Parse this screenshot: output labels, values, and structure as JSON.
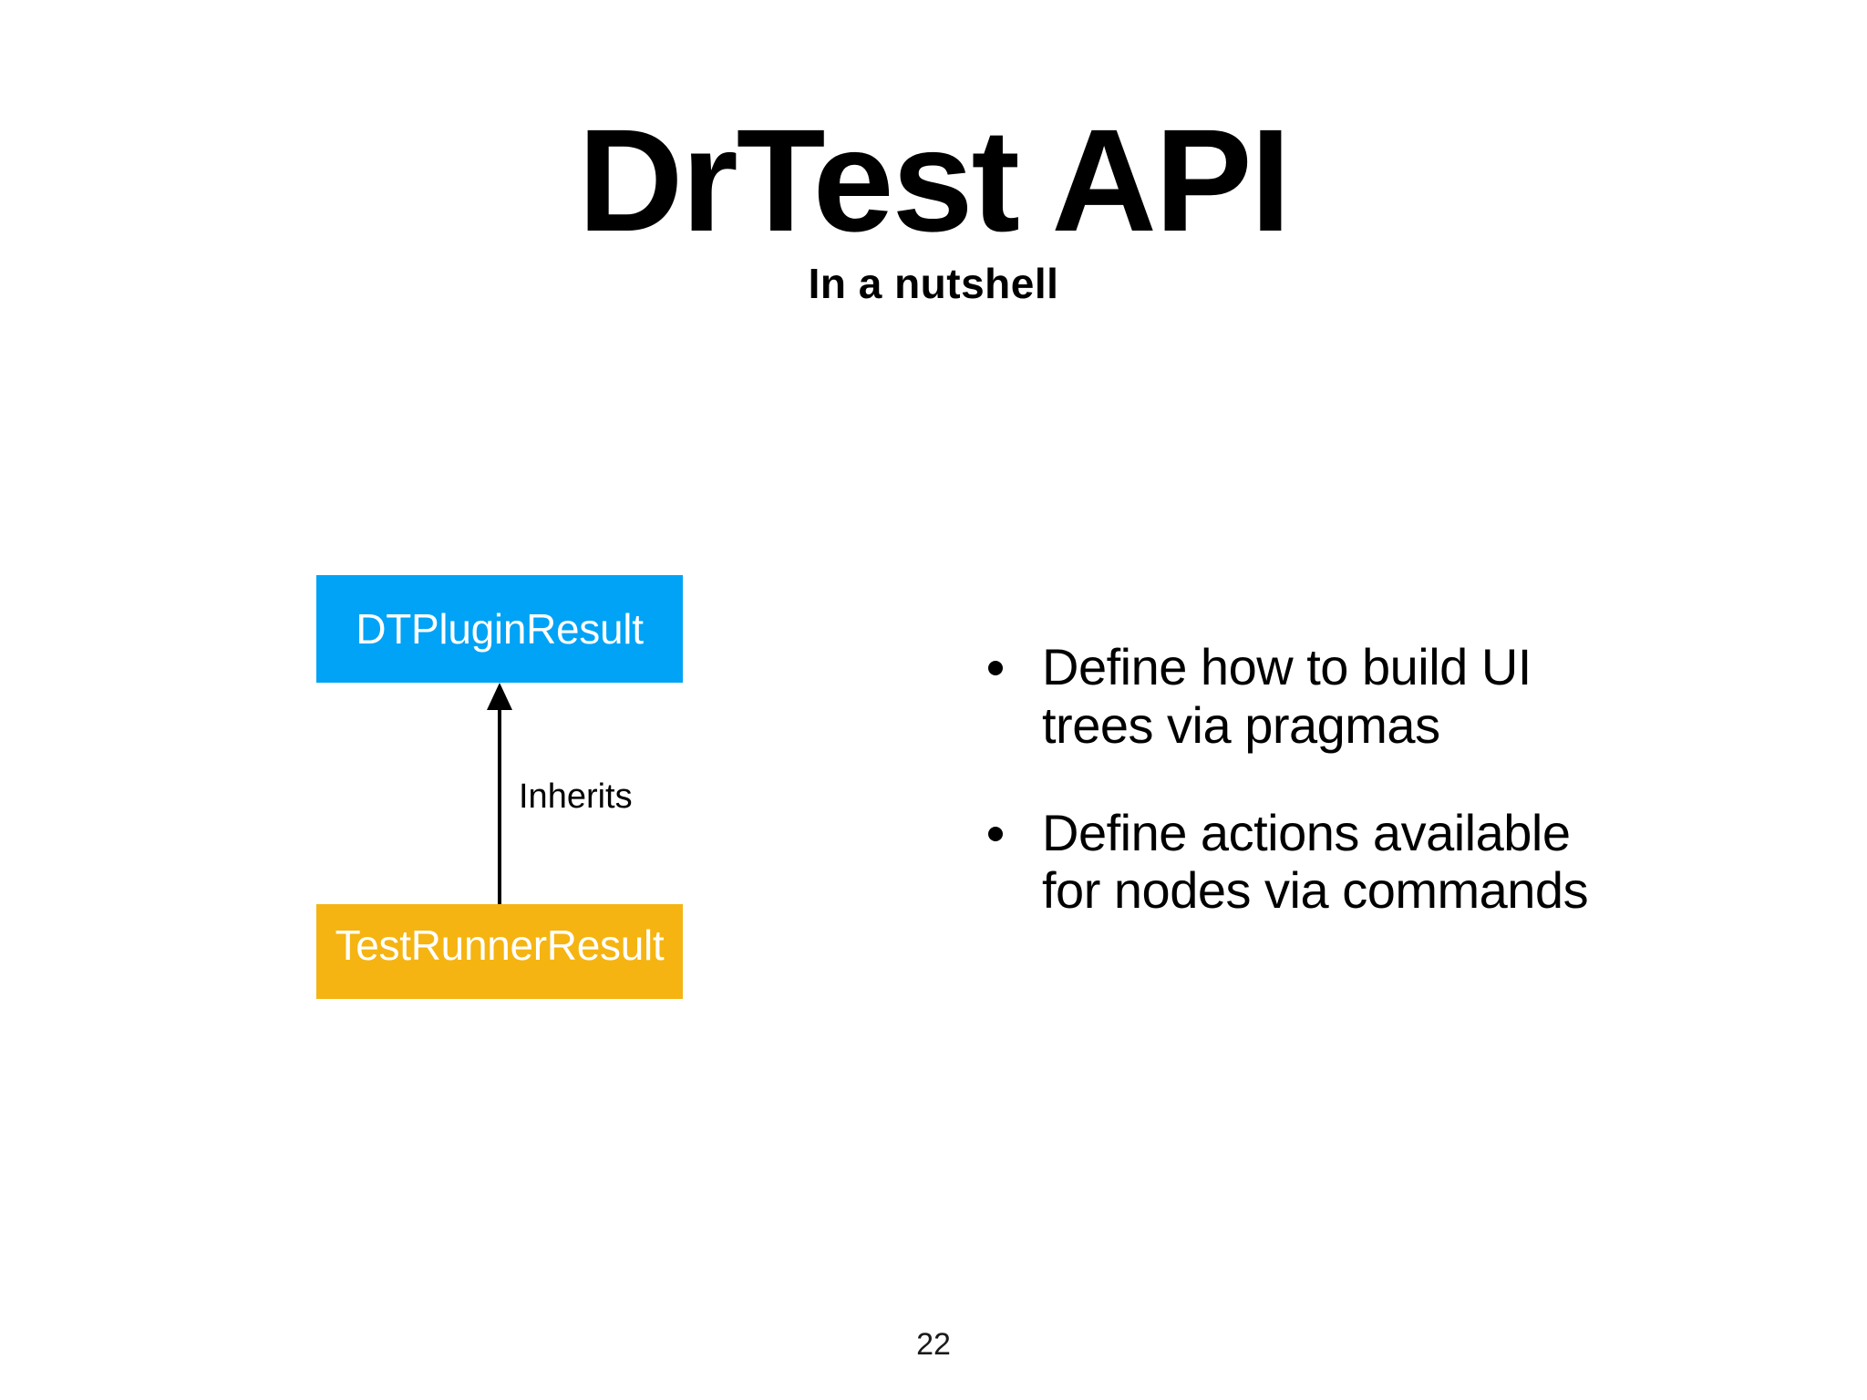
{
  "slide": {
    "background_color": "#ffffff",
    "title": "DrTest API",
    "subtitle": "In a nutshell",
    "page_number": "22"
  },
  "diagram": {
    "parent_node": {
      "label": "DTPluginResult",
      "fill_color": "#00A3F5",
      "text_color": "#ffffff"
    },
    "child_node": {
      "label": "TestRunnerResult",
      "fill_color": "#F5B411",
      "text_color": "#ffffff"
    },
    "edge": {
      "label": "Inherits",
      "color": "#000000",
      "direction": "child-to-parent"
    }
  },
  "bullets": [
    {
      "text": "Define how to build UI trees via pragmas"
    },
    {
      "text": "Define actions available for nodes via commands"
    }
  ]
}
